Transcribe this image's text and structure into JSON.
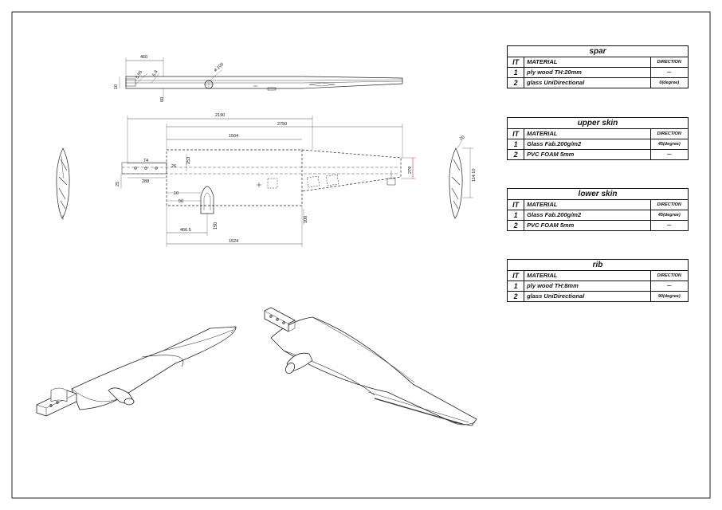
{
  "spar_view": {
    "dims": {
      "d460": "460",
      "d55": "5.55",
      "d58": "5.8",
      "dia": "ø.100",
      "d10": "10",
      "d60": "60"
    }
  },
  "plan_view": {
    "dims": {
      "d2190": "2190",
      "d2750": "2750",
      "d1564": "1564",
      "d74": "74",
      "d26a": "26",
      "d253": "253",
      "d25": "25",
      "d288": "288",
      "d10": "10",
      "d50": "50",
      "d150": "150",
      "d100": "100",
      "d4665": "466.5",
      "d1524": "1524",
      "d279": "279"
    }
  },
  "section_view": {
    "dims": {
      "d20": "20",
      "d114": "114.10"
    }
  },
  "tables": [
    {
      "title": "spar",
      "headers": {
        "it": "IT",
        "material": "MATERIAL",
        "direction": "DIRECTION"
      },
      "rows": [
        {
          "it": "1",
          "material": "ply wood TH:20mm",
          "direction": "—"
        },
        {
          "it": "2",
          "material": "glass UniDirectional",
          "direction": "0(degree)"
        }
      ]
    },
    {
      "title": "upper skin",
      "headers": {
        "it": "IT",
        "material": "MATERIAL",
        "direction": "DIRECTION"
      },
      "rows": [
        {
          "it": "1",
          "material": "Glass Fab.200g/m2",
          "direction": "45(degree)"
        },
        {
          "it": "2",
          "material": "PVC FOAM 5mm",
          "direction": "—"
        }
      ]
    },
    {
      "title": "lower skin",
      "headers": {
        "it": "IT",
        "material": "MATERIAL",
        "direction": "DIRECTION"
      },
      "rows": [
        {
          "it": "1",
          "material": "Glass Fab.200g/m2",
          "direction": "45(degree)"
        },
        {
          "it": "2",
          "material": "PVC FOAM 5mm",
          "direction": "—"
        }
      ]
    },
    {
      "title": "rib",
      "headers": {
        "it": "IT",
        "material": "MATERIAL",
        "direction": "DIRECTION"
      },
      "rows": [
        {
          "it": "1",
          "material": "ply wood TH:8mm",
          "direction": "—"
        },
        {
          "it": "2",
          "material": "glass UniDirectional",
          "direction": "90(degree)"
        }
      ]
    }
  ]
}
